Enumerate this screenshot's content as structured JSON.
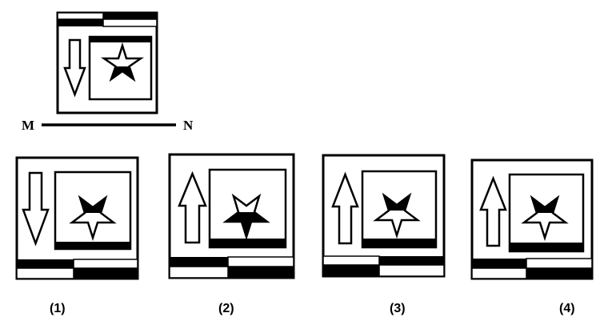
{
  "mirror_line": {
    "left_label": "M",
    "right_label": "N"
  },
  "options": [
    {
      "label": "(1)"
    },
    {
      "label": "(2)"
    },
    {
      "label": "(3)"
    },
    {
      "label": "(4)"
    }
  ],
  "colors": {
    "ink": "#000000",
    "paper": "#ffffff"
  }
}
